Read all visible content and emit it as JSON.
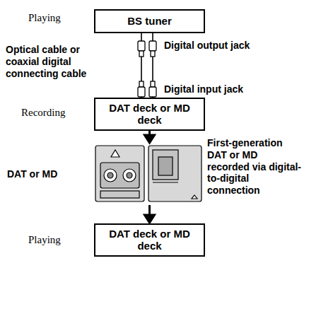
{
  "diagram": {
    "nodes": [
      {
        "text": [
          "BS tuner"
        ]
      },
      {
        "text": [
          "DAT deck or MD deck"
        ]
      },
      {
        "text": [
          "DAT deck or MD deck"
        ]
      }
    ],
    "edges": [
      {
        "from": 0,
        "to": 1,
        "arrow": "none"
      },
      {
        "from": 1,
        "to": 2,
        "arrow": "to"
      }
    ],
    "labels": [
      "Playing",
      "Optical cable or coaxial digital connecting cable",
      "Digital output jack",
      "Digital input jack",
      "Recording",
      "DAT or MD",
      "First-generation DAT or MD recorded via digital-to-digital connection",
      "Playing"
    ]
  }
}
